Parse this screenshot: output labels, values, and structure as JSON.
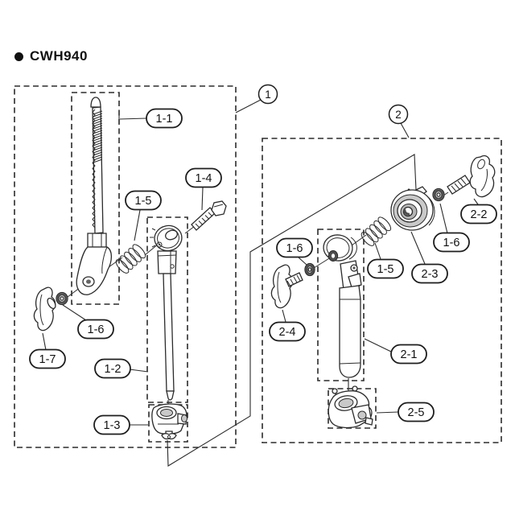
{
  "title": {
    "bullet": "●",
    "text": "CWH940"
  },
  "callouts": {
    "b1": "1",
    "b2": "2",
    "c11": "1-1",
    "c12": "1-2",
    "c13": "1-3",
    "c14": "1-4",
    "c15L": "1-5",
    "c16L": "1-6",
    "c17": "1-7",
    "c21": "2-1",
    "c22": "2-2",
    "c23": "2-3",
    "c24": "2-4",
    "c25": "2-5",
    "c15R": "1-5",
    "c16M": "1-6",
    "c16R": "1-6"
  }
}
